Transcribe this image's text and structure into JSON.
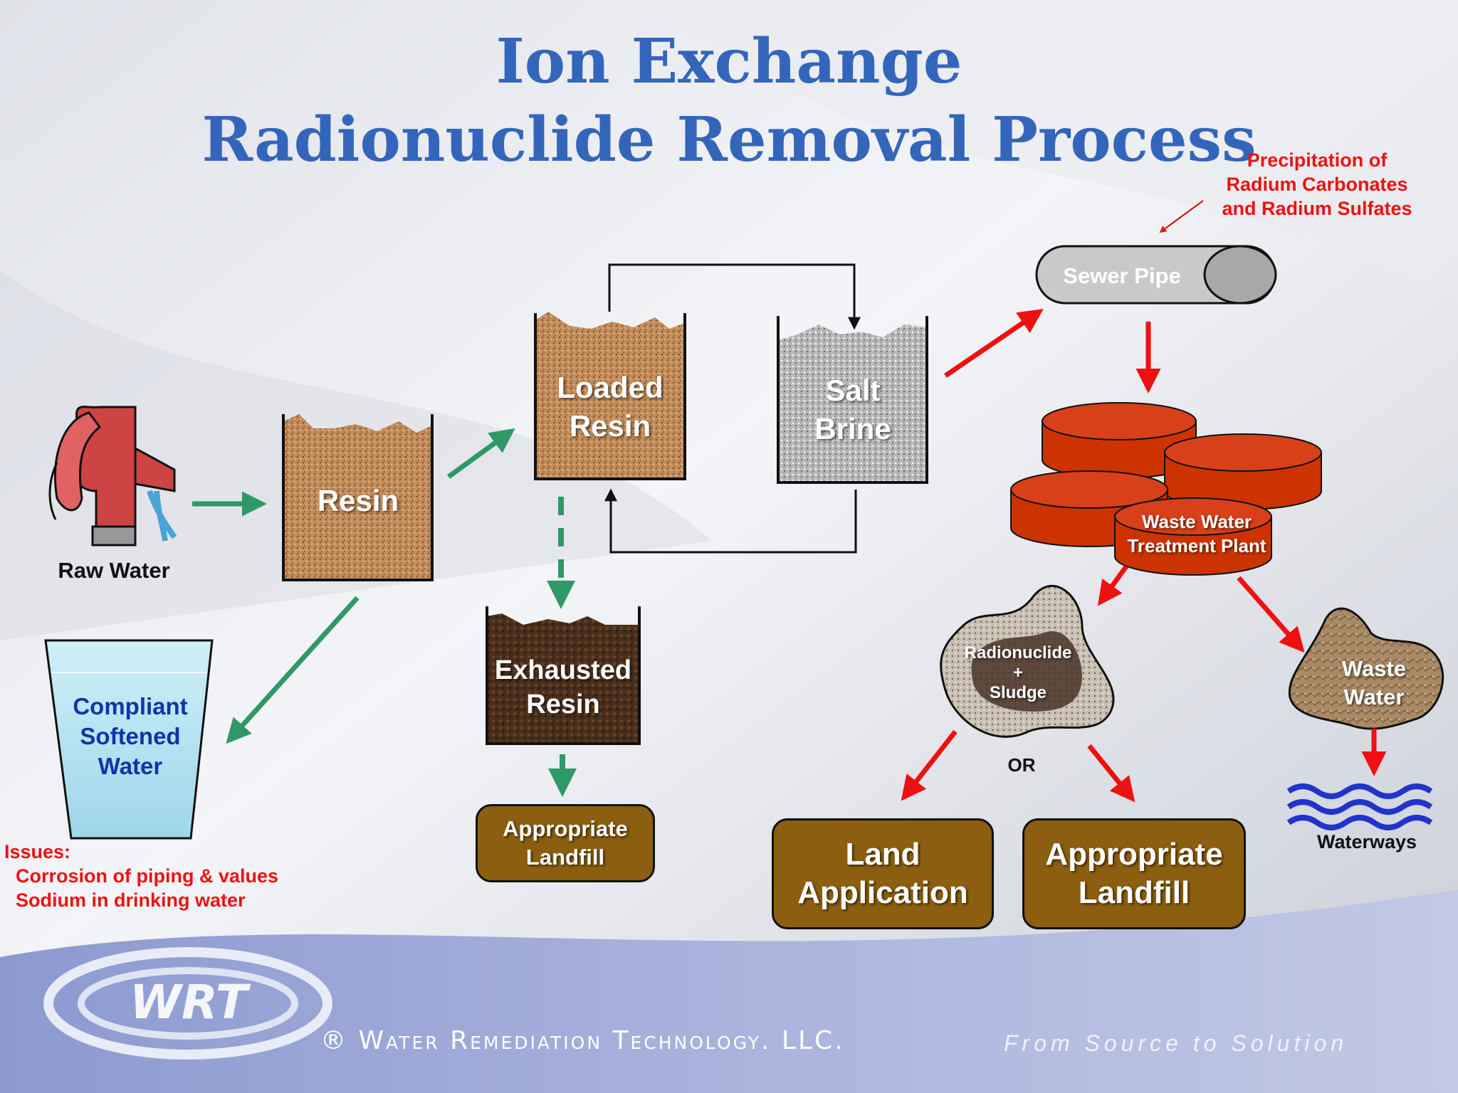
{
  "title": {
    "line1": "Ion Exchange",
    "line2": "Radionuclide Removal Process"
  },
  "nodes": {
    "raw_water": "Raw Water",
    "resin": "Resin",
    "loaded_resin_1": "Loaded",
    "loaded_resin_2": "Resin",
    "salt_brine_1": "Salt",
    "salt_brine_2": "Brine",
    "exhausted_resin_1": "Exhausted",
    "exhausted_resin_2": "Resin",
    "landfill_small_1": "Appropriate",
    "landfill_small_2": "Landfill",
    "compliant_1": "Compliant",
    "compliant_2": "Softened",
    "compliant_3": "Water",
    "sewer_pipe": "Sewer Pipe",
    "wwtp_1": "Waste Water",
    "wwtp_2": "Treatment Plant",
    "sludge_1": "Radionuclide",
    "sludge_2": "+",
    "sludge_3": "Sludge",
    "waste_water_1": "Waste",
    "waste_water_2": "Water",
    "or": "OR",
    "land_app_1": "Land",
    "land_app_2": "Application",
    "landfill_big_1": "Appropriate",
    "landfill_big_2": "Landfill",
    "waterways": "Waterways"
  },
  "precipitation": {
    "line1": "Precipitation of",
    "line2": "Radium Carbonates",
    "line3": "and Radium Sulfates"
  },
  "issues": {
    "heading": "Issues:",
    "item1": "Corrosion of piping & values",
    "item2": "Sodium in drinking water"
  },
  "footer": {
    "logo": "WRT",
    "company": "® Water Remediation Technology. LLC.",
    "tagline": "From Source to Solution"
  },
  "colors": {
    "title_blue": "#3366bb",
    "arrow_green": "#2e9966",
    "arrow_red": "#ee1111",
    "plant_red": "#cc3300",
    "landfill_brown": "#8b5e10"
  }
}
